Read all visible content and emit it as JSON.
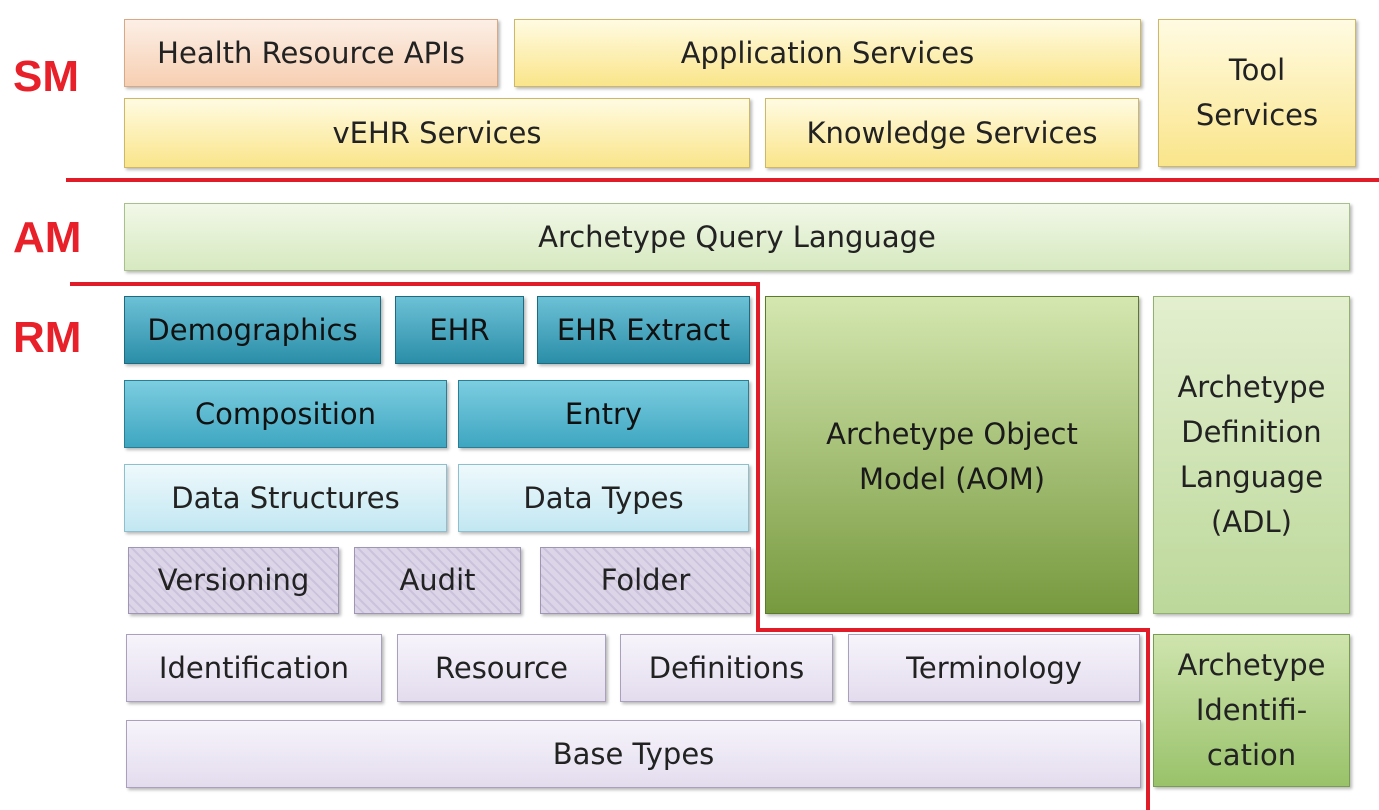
{
  "layers": {
    "sm": "SM",
    "am": "AM",
    "rm": "RM"
  },
  "sm": {
    "health_resource_apis": "Health Resource APIs",
    "application_services": "Application Services",
    "vehr_services": "vEHR Services",
    "knowledge_services": "Knowledge Services",
    "tool_services": [
      "Tool",
      "Services"
    ]
  },
  "am": {
    "archetype_query_language": "Archetype Query Language",
    "aom": [
      "Archetype Object",
      "Model (AOM)"
    ],
    "adl": [
      "Archetype",
      "Definition",
      "Language",
      "(ADL)"
    ],
    "archetype_identification": [
      "Archetype",
      "Identifi-",
      "cation"
    ]
  },
  "rm": {
    "demographics": "Demographics",
    "ehr": "EHR",
    "ehr_extract": "EHR Extract",
    "composition": "Composition",
    "entry": "Entry",
    "data_structures": "Data Structures",
    "data_types": "Data Types",
    "versioning": "Versioning",
    "audit": "Audit",
    "folder": "Folder",
    "identification": "Identification",
    "resource": "Resource",
    "definitions": "Definitions",
    "terminology": "Terminology",
    "base_types": "Base Types"
  },
  "colors": {
    "layer_label": "#e8202a",
    "divider_line": "#e01c28"
  }
}
